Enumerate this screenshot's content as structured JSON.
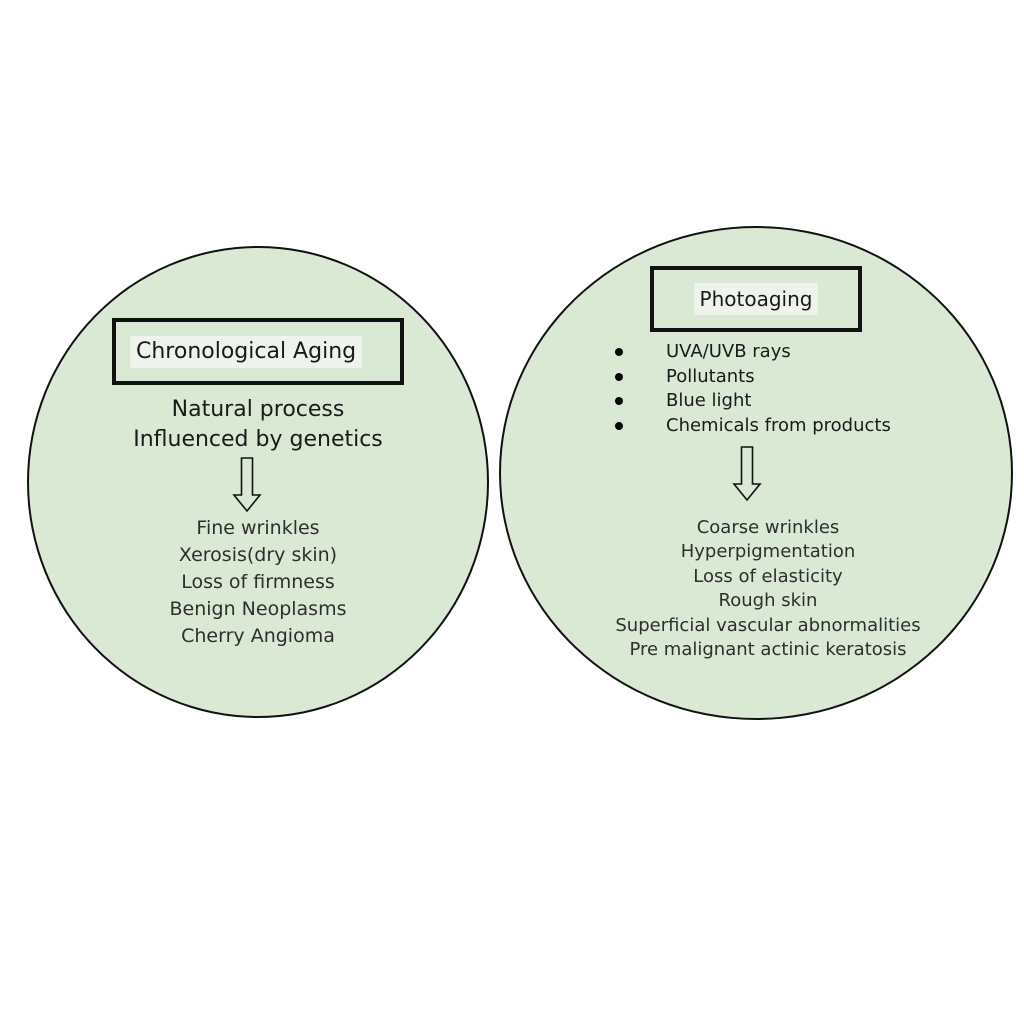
{
  "colors": {
    "circle_fill": "#dae9d4",
    "outline": "#111111",
    "title_highlight": "#eef4ec"
  },
  "left": {
    "title": "Chronological Aging",
    "description": [
      "Natural process",
      "Influenced by genetics"
    ],
    "arrow_icon": "down-arrow-icon",
    "effects": [
      "Fine wrinkles",
      "Xerosis(dry skin)",
      "Loss of firmness",
      "Benign Neoplasms",
      "Cherry Angioma"
    ]
  },
  "right": {
    "title": "Photoaging",
    "causes": [
      "UVA/UVB rays",
      "Pollutants",
      "Blue light",
      "Chemicals from products"
    ],
    "arrow_icon": "down-arrow-icon",
    "effects": [
      "Coarse wrinkles",
      "Hyperpigmentation",
      "Loss of elasticity",
      "Rough skin",
      "Superficial vascular abnormalities",
      "Pre malignant actinic keratosis"
    ]
  }
}
